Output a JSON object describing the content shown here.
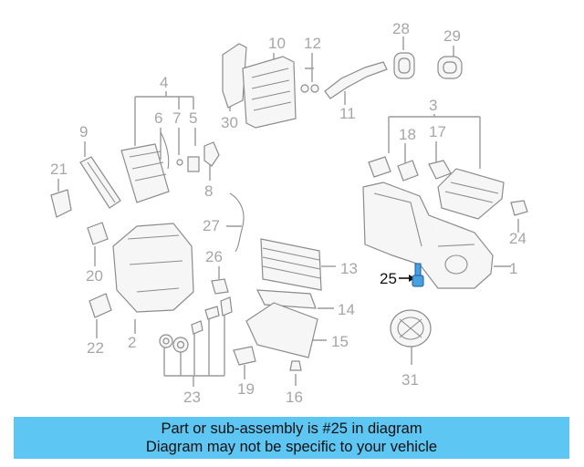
{
  "diagram": {
    "callouts": [
      "1",
      "2",
      "3",
      "4",
      "5",
      "6",
      "7",
      "8",
      "9",
      "10",
      "11",
      "12",
      "13",
      "14",
      "15",
      "16",
      "17",
      "18",
      "19",
      "20",
      "21",
      "22",
      "23",
      "24",
      "25",
      "26",
      "27",
      "28",
      "29",
      "30",
      "31"
    ],
    "highlighted_callout": "25",
    "highlight_color": "#4a9fe0"
  },
  "banner": {
    "line1": "Part or sub-assembly is #25 in diagram",
    "line2": "Diagram may not be specific to your vehicle",
    "background": "#5ec6f3"
  }
}
